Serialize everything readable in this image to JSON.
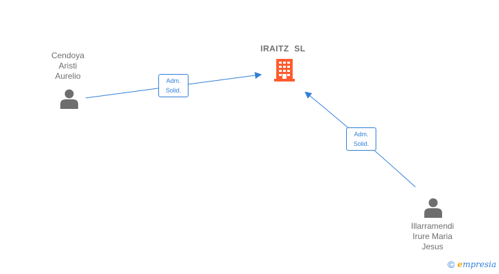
{
  "company": {
    "name": "IRAITZ  SL",
    "icon": "building-icon",
    "color": "#ff5b2e"
  },
  "persons": [
    {
      "id": "p1",
      "lines": [
        "Cendoya",
        "Aristi",
        "Aurelio"
      ],
      "icon": "person-icon"
    },
    {
      "id": "p2",
      "lines": [
        "Illarramendi",
        "Irure Maria",
        "Jesus"
      ],
      "icon": "person-icon"
    }
  ],
  "relations": [
    {
      "from": "p1",
      "to": "company",
      "label": [
        "Adm.",
        "Solid."
      ]
    },
    {
      "from": "p2",
      "to": "company",
      "label": [
        "Adm.",
        "Solid."
      ]
    }
  ],
  "colors": {
    "edge": "#2f7ed8",
    "person": "#6e6e6e",
    "text": "#6e6e6e"
  },
  "brand": {
    "copyright": "©",
    "name_initial": "e",
    "name_rest": "mpresia"
  }
}
